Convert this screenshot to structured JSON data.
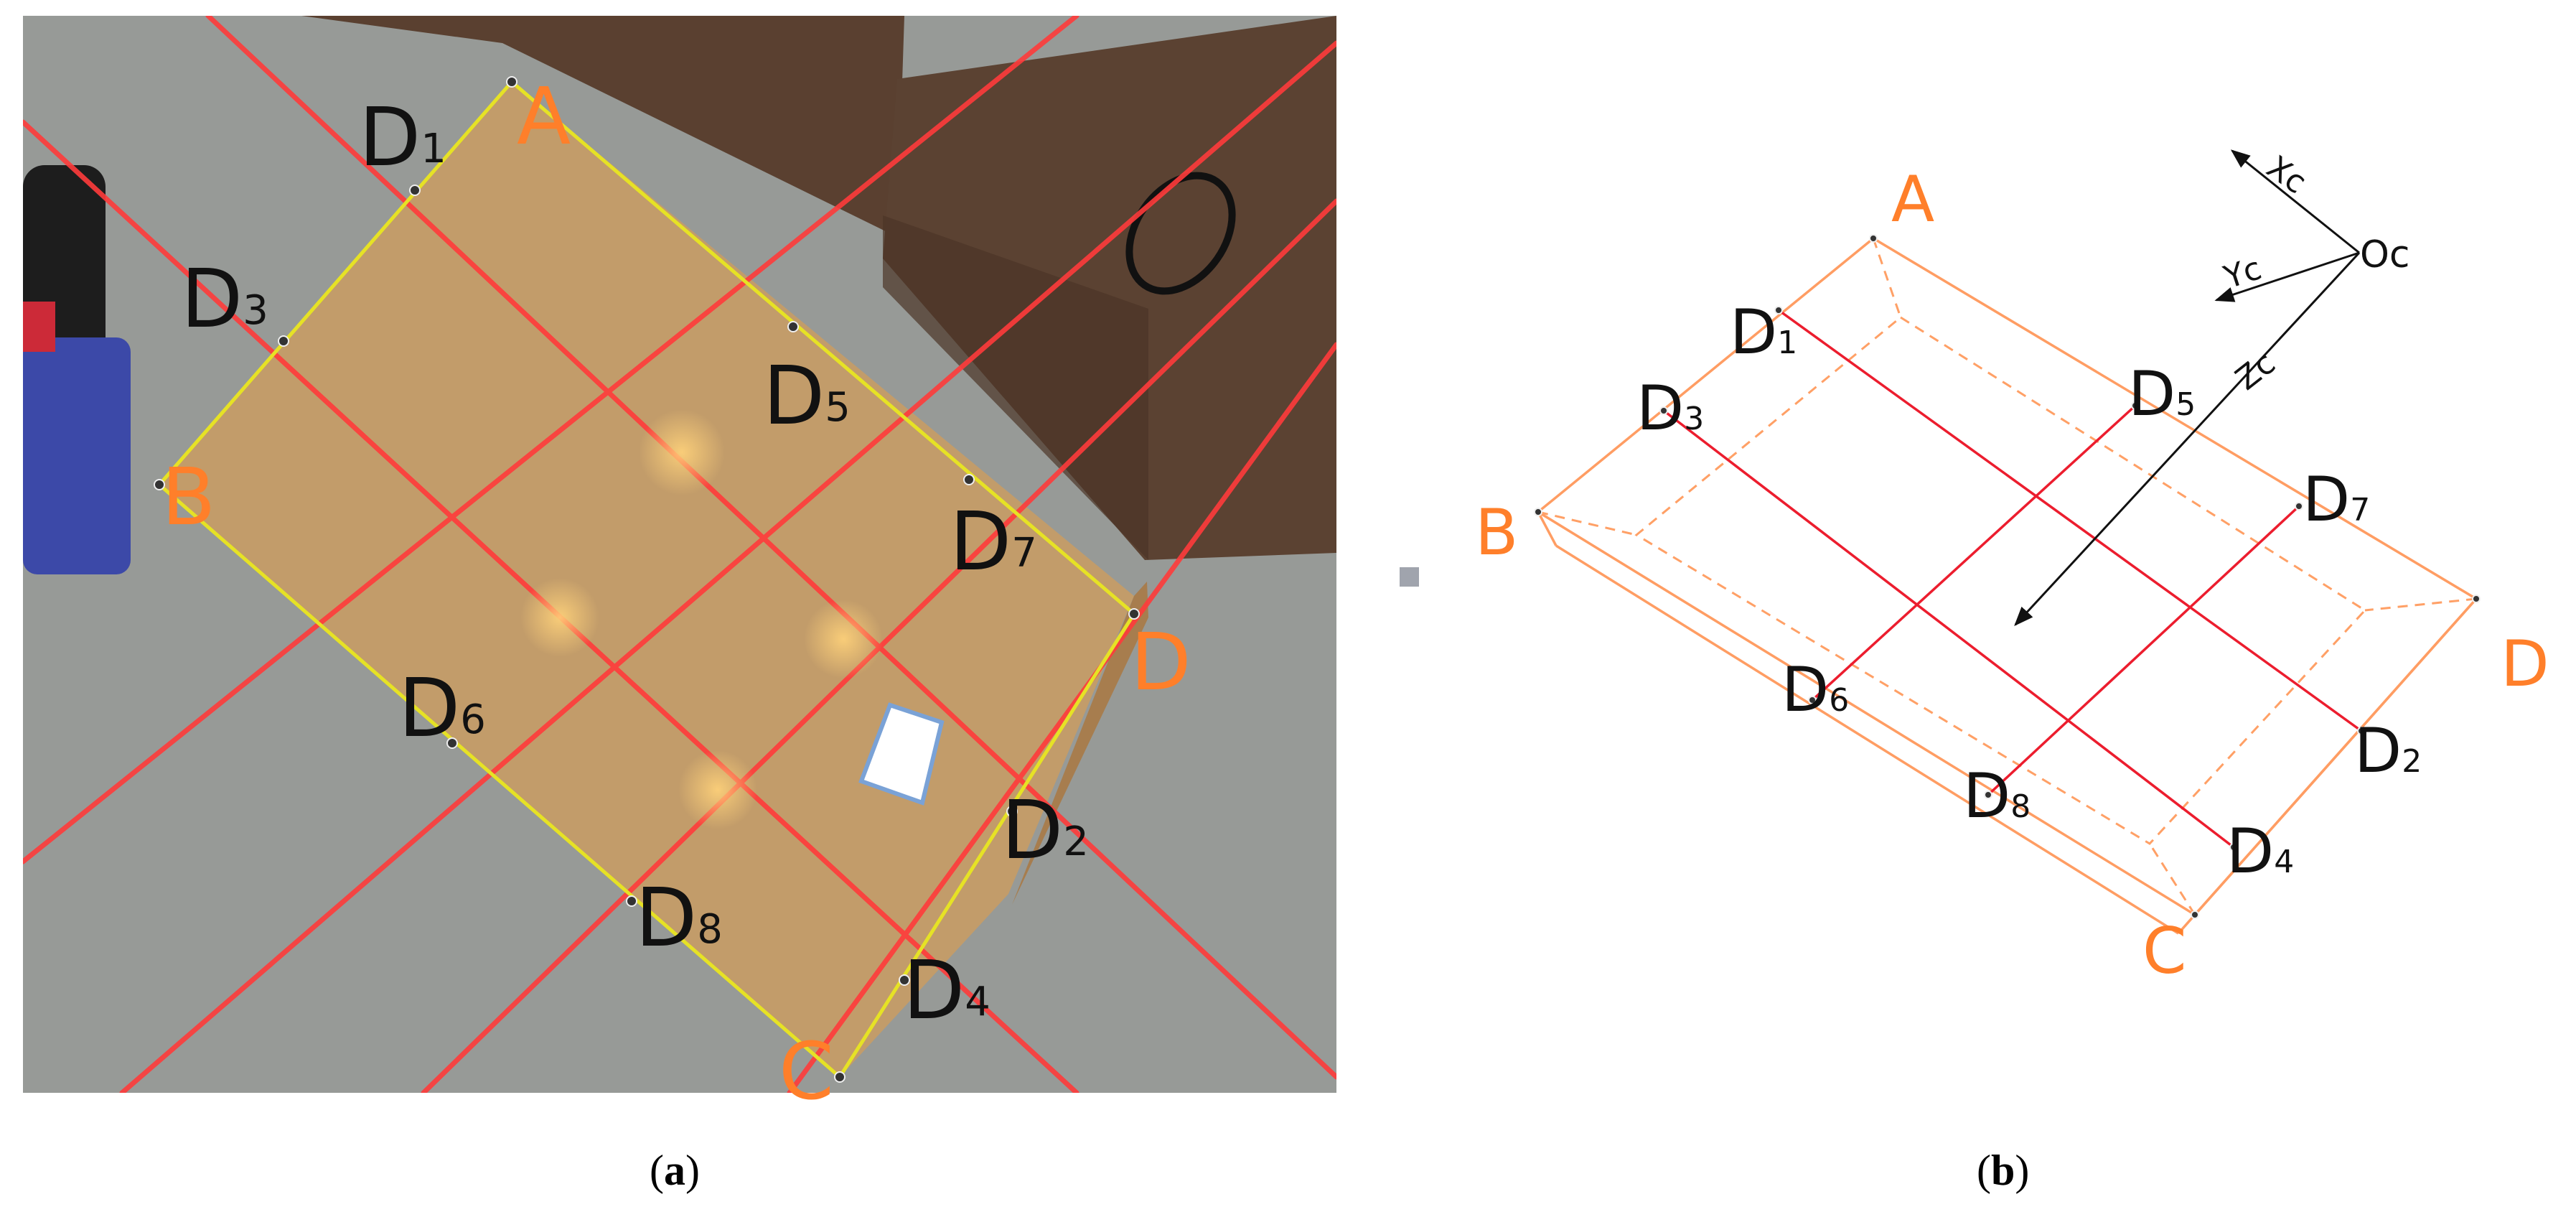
{
  "colors": {
    "floor": "#9b9e9b",
    "box_face": "#c79e68",
    "box_edge_yellow": "#e8e221",
    "laser_red": "#ff3a3a",
    "corner_orange": "#ff7f2a",
    "dim_black": "#111111",
    "wire_orange": "#ffa066",
    "wire_red": "#ee1c2c"
  },
  "panel_a": {
    "corners": [
      {
        "id": "A",
        "letter": "A"
      },
      {
        "id": "B",
        "letter": "B"
      },
      {
        "id": "C",
        "letter": "C"
      },
      {
        "id": "D",
        "letter": "D"
      }
    ],
    "points": [
      {
        "id": "D1",
        "letter": "D",
        "sub": "1"
      },
      {
        "id": "D2",
        "letter": "D",
        "sub": "2"
      },
      {
        "id": "D3",
        "letter": "D",
        "sub": "3"
      },
      {
        "id": "D4",
        "letter": "D",
        "sub": "4"
      },
      {
        "id": "D5",
        "letter": "D",
        "sub": "5"
      },
      {
        "id": "D6",
        "letter": "D",
        "sub": "6"
      },
      {
        "id": "D7",
        "letter": "D",
        "sub": "7"
      },
      {
        "id": "D8",
        "letter": "D",
        "sub": "8"
      }
    ],
    "caption": {
      "open": "(",
      "letter": "a",
      "close": ")"
    }
  },
  "panel_b": {
    "corners": [
      {
        "id": "A",
        "letter": "A"
      },
      {
        "id": "B",
        "letter": "B"
      },
      {
        "id": "C",
        "letter": "C"
      },
      {
        "id": "D",
        "letter": "D"
      }
    ],
    "points": [
      {
        "id": "D1",
        "letter": "D",
        "sub": "1"
      },
      {
        "id": "D2",
        "letter": "D",
        "sub": "2"
      },
      {
        "id": "D3",
        "letter": "D",
        "sub": "3"
      },
      {
        "id": "D4",
        "letter": "D",
        "sub": "4"
      },
      {
        "id": "D5",
        "letter": "D",
        "sub": "5"
      },
      {
        "id": "D6",
        "letter": "D",
        "sub": "6"
      },
      {
        "id": "D7",
        "letter": "D",
        "sub": "7"
      },
      {
        "id": "D8",
        "letter": "D",
        "sub": "8"
      }
    ],
    "axes": {
      "origin": "Oc",
      "x": "Xc",
      "y": "Yc",
      "z": "Zc"
    },
    "caption": {
      "open": "(",
      "letter": "b",
      "close": ")"
    }
  }
}
